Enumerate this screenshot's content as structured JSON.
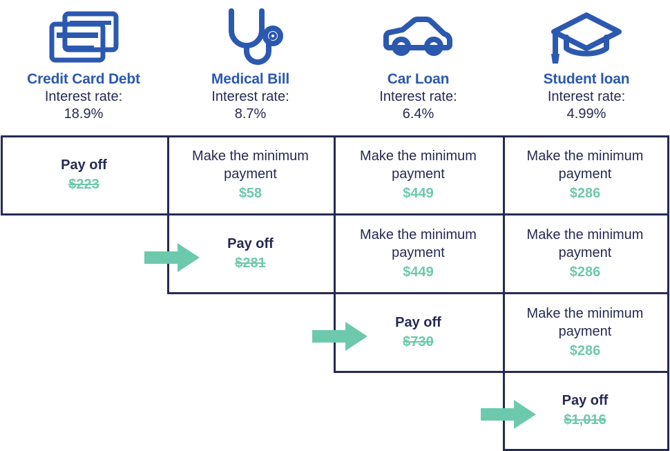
{
  "colors": {
    "heading_blue": "#2B59B0",
    "text_navy": "#262A52",
    "accent_green": "#6DC9AC",
    "icon_blue": "#2B59B0",
    "background": "#FFFFFF"
  },
  "columns": [
    {
      "icon": "credit-card-icon",
      "title": "Credit Card Debt",
      "rate_label": "Interest rate:",
      "rate_value": "18.9%"
    },
    {
      "icon": "stethoscope-icon",
      "title": "Medical Bill",
      "rate_label": "Interest rate:",
      "rate_value": "8.7%"
    },
    {
      "icon": "car-icon",
      "title": "Car Loan",
      "rate_label": "Interest rate:",
      "rate_value": "6.4%"
    },
    {
      "icon": "graduation-cap-icon",
      "title": "Student loan",
      "rate_label": "Interest rate:",
      "rate_value": "4.99%"
    }
  ],
  "rows": [
    {
      "cells": [
        {
          "action": "Pay off",
          "amount": "$223",
          "struck": true,
          "type": "payoff"
        },
        {
          "action": "Make the minimum payment",
          "amount": "$58",
          "struck": false,
          "type": "minimum"
        },
        {
          "action": "Make the minimum payment",
          "amount": "$449",
          "struck": false,
          "type": "minimum"
        },
        {
          "action": "Make the minimum payment",
          "amount": "$286",
          "struck": false,
          "type": "minimum"
        }
      ]
    },
    {
      "cells": [
        {
          "action": "Pay off",
          "amount": "$281",
          "struck": true,
          "type": "payoff"
        },
        {
          "action": "Make the minimum payment",
          "amount": "$449",
          "struck": false,
          "type": "minimum"
        },
        {
          "action": "Make the minimum payment",
          "amount": "$286",
          "struck": false,
          "type": "minimum"
        }
      ]
    },
    {
      "cells": [
        {
          "action": "Pay off",
          "amount": "$730",
          "struck": true,
          "type": "payoff"
        },
        {
          "action": "Make the minimum payment",
          "amount": "$286",
          "struck": false,
          "type": "minimum"
        }
      ]
    },
    {
      "cells": [
        {
          "action": "Pay off",
          "amount": "$1,016",
          "struck": true,
          "type": "payoff"
        }
      ]
    }
  ],
  "arrows": [
    {
      "name": "progress-arrow-row-2"
    },
    {
      "name": "progress-arrow-row-3"
    },
    {
      "name": "progress-arrow-row-4"
    }
  ]
}
